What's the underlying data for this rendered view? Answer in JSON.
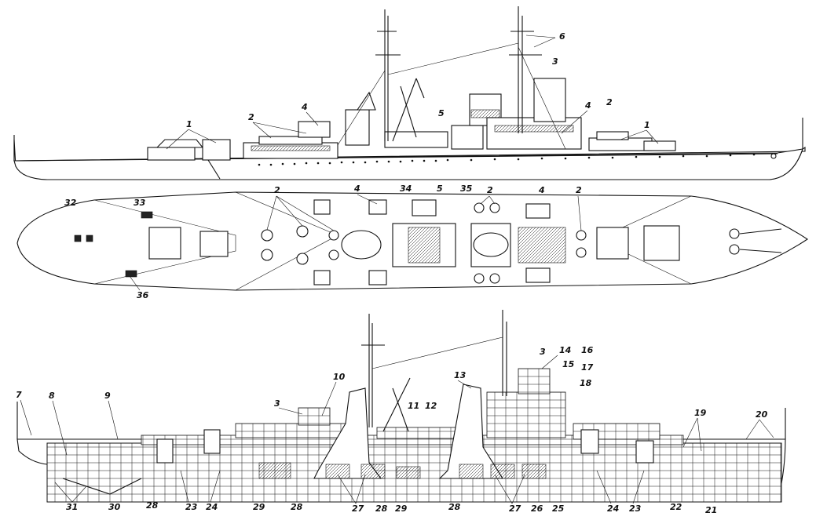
{
  "views": {
    "side_labels": [
      "1",
      "2",
      "4",
      "5",
      "6",
      "3",
      "4",
      "2",
      "1"
    ],
    "plan_labels": [
      "32",
      "33",
      "2",
      "4",
      "34",
      "5",
      "35",
      "2",
      "4",
      "2",
      "36"
    ],
    "section_labels": [
      "7",
      "8",
      "9",
      "3",
      "10",
      "11",
      "12",
      "13",
      "3",
      "14",
      "15",
      "16",
      "17",
      "18",
      "19",
      "20",
      "31",
      "30",
      "28",
      "23",
      "24",
      "29",
      "28",
      "27",
      "28",
      "29",
      "28",
      "27",
      "26",
      "25",
      "24",
      "23",
      "22",
      "21"
    ]
  }
}
